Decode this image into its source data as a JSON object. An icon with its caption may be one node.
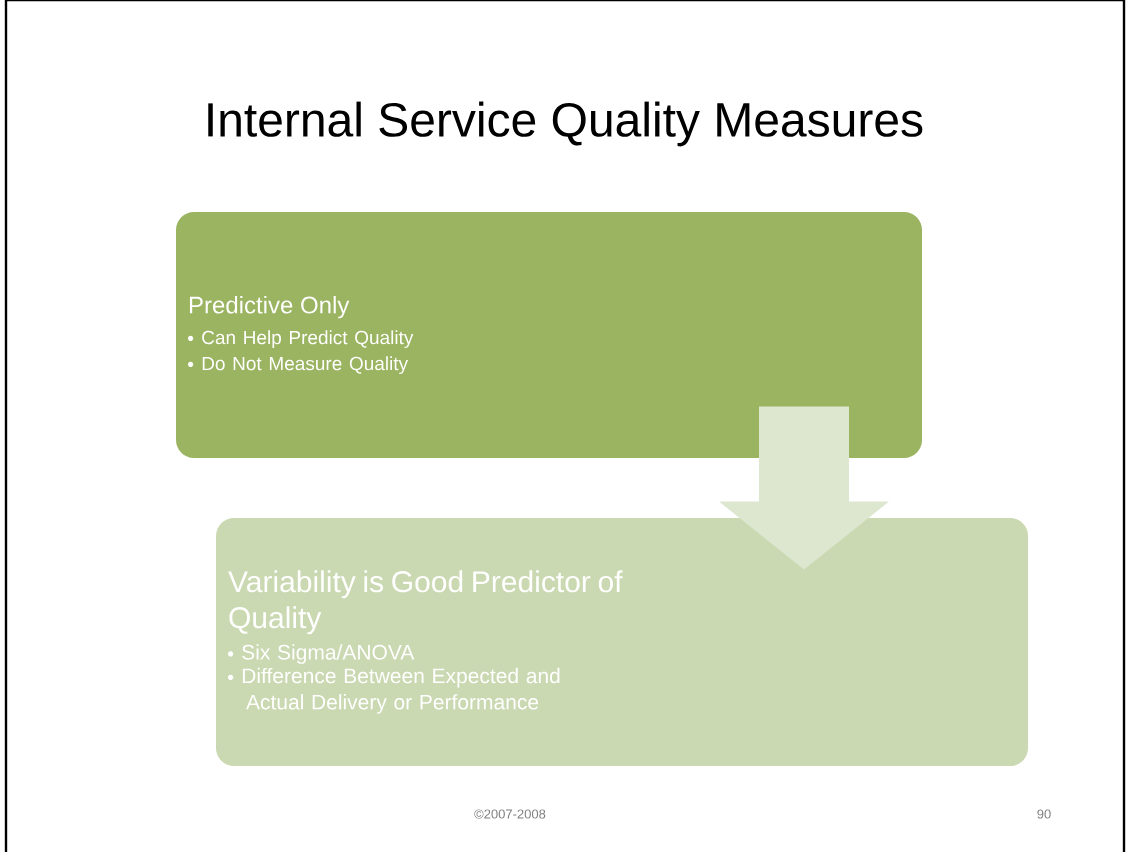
{
  "diagram": {
    "title": "Internal Service Quality Measures",
    "nodes": [
      {
        "text": [
          "Predictive Only",
          "Can Help Predict Quality",
          "Do Not Measure Quality"
        ]
      },
      {
        "text": [
          "Variability is Good Predictor of Quality",
          "Six Sigma/ANOVA",
          "Difference Between Expected and Actual Delivery or Performance"
        ]
      }
    ],
    "edges": [
      {
        "from": 0,
        "to": 1,
        "arrow": "to"
      }
    ],
    "labels": [
      "©2007-2008",
      "90"
    ]
  }
}
